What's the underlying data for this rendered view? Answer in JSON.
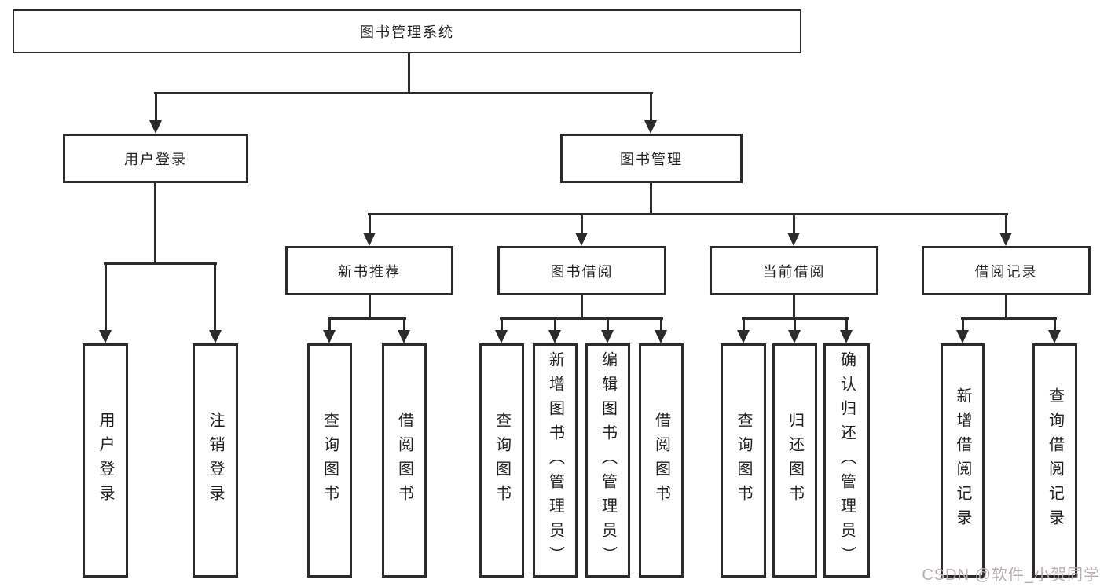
{
  "diagram": {
    "root": {
      "label": "图书管理系统"
    },
    "level2": [
      {
        "label": "用户登录",
        "leaves": [
          "用户登录",
          "注销登录"
        ]
      },
      {
        "label": "图书管理",
        "groups": [
          {
            "label": "新书推荐",
            "leaves": [
              "查询图书",
              "借阅图书"
            ]
          },
          {
            "label": "图书借阅",
            "leaves": [
              "查询图书",
              "新增图书（管理员）",
              "编辑图书（管理员）",
              "借阅图书"
            ]
          },
          {
            "label": "当前借阅",
            "leaves": [
              "查询图书",
              "归还图书",
              "确认归还（管理员）"
            ]
          },
          {
            "label": "借阅记录",
            "leaves": [
              "新增借阅记录",
              "查询借阅记录"
            ]
          }
        ]
      }
    ]
  },
  "watermark": {
    "text": "CSDN @软件_小贺同学"
  },
  "colors": {
    "line": "#2b2b2b",
    "box_border": "#2b2b2b",
    "text": "#1f1f1f",
    "background": "#ffffff",
    "watermark": "#b9acb0"
  }
}
